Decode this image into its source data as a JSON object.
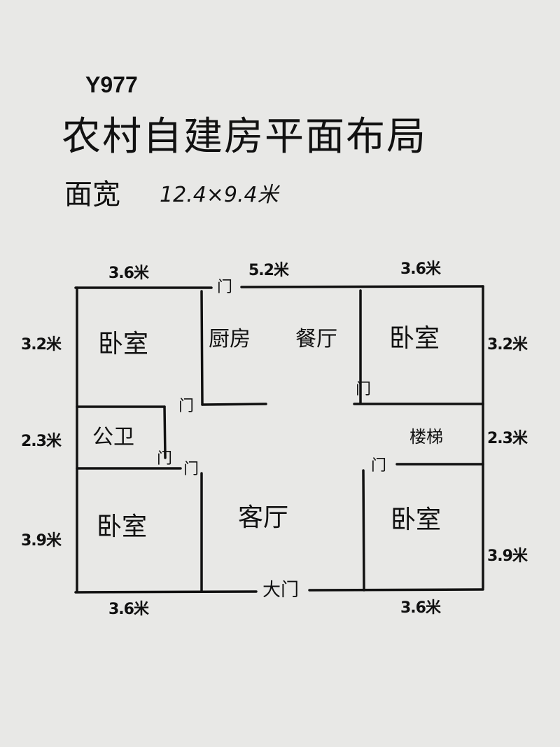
{
  "code": "Y977",
  "title": "农村自建房平面布局",
  "subtitle": {
    "label": "面宽",
    "dimensions": "12.4×9.4米"
  },
  "dimensions": {
    "top": [
      "3.6米",
      "5.2米",
      "3.6米"
    ],
    "bottom": [
      "3.6米",
      "3.6米"
    ],
    "left": [
      "3.2米",
      "2.3米",
      "3.9米"
    ],
    "right": [
      "3.2米",
      "2.3米",
      "3.9米"
    ]
  },
  "rooms": {
    "bedroom_top_left": "卧室",
    "kitchen": "厨房",
    "dining": "餐厅",
    "bedroom_top_right": "卧室",
    "bathroom": "公卫",
    "stairs": "楼梯",
    "bedroom_bottom_left": "卧室",
    "living_room": "客厅",
    "bedroom_bottom_right": "卧室"
  },
  "doors": {
    "label": "门",
    "main": "大门"
  }
}
